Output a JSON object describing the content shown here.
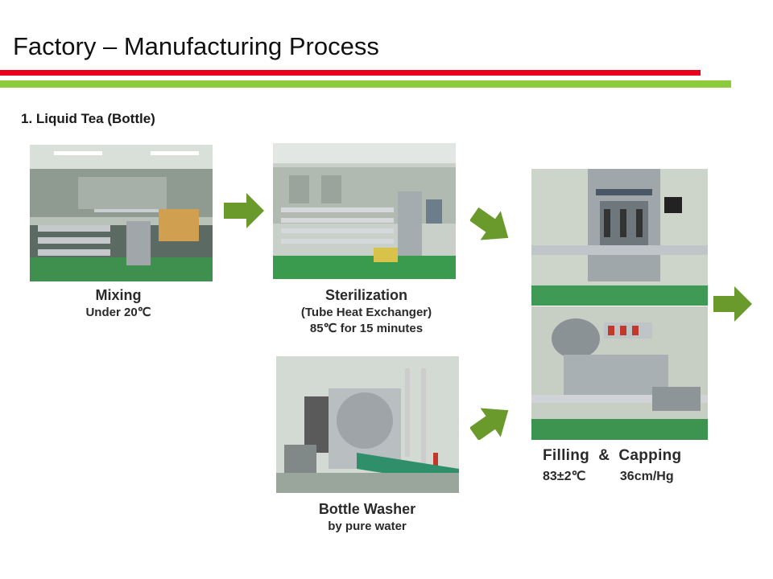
{
  "slide": {
    "title": "Factory – Manufacturing Process",
    "subtitle": "1. Liquid Tea (Bottle)"
  },
  "accent": {
    "red": "#e8001c",
    "green": "#8ccc3c",
    "arrow": "#6a9a2c"
  },
  "steps": [
    {
      "caption": "Mixing",
      "detail": "Under 20℃"
    },
    {
      "caption": "Sterilization",
      "detail": "(Tube Heat Exchanger)",
      "detail2": "85℃ for 15 minutes"
    },
    {
      "caption": "Bottle Washer",
      "detail": "by pure water"
    },
    {
      "caption": "Filling  &  Capping",
      "temp": "83±2℃",
      "pressure": "36cm/Hg"
    }
  ],
  "icons": [
    "arrow-right-icon",
    "arrow-down-right-icon",
    "arrow-up-right-icon",
    "arrow-right-icon"
  ]
}
